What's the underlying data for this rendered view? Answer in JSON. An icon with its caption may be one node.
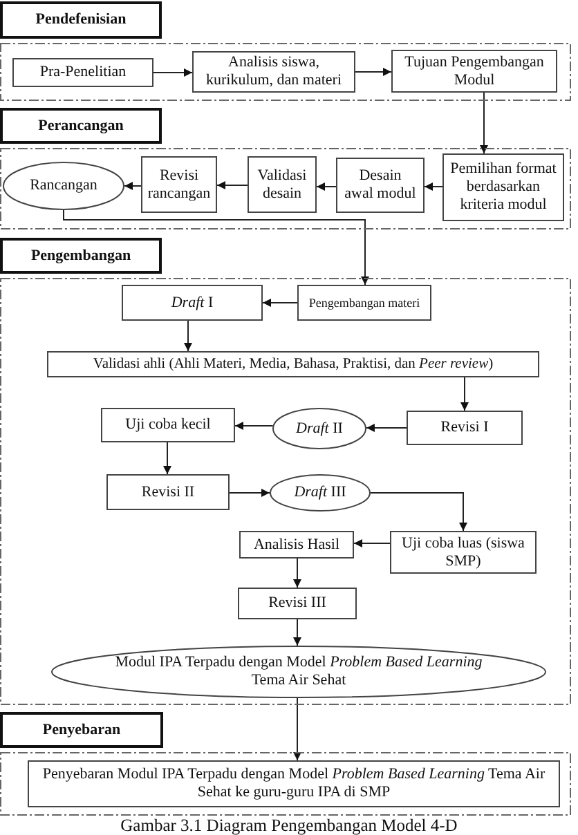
{
  "diagram": {
    "caption": "Gambar 3.1 Diagram Pengembangan Model 4-D",
    "nodes": [
      {
        "text": [
          "Pendefenisian"
        ]
      },
      {
        "text": [],
        "shape": "box"
      },
      {
        "text": [
          "Pra-Penelitian"
        ],
        "in": 1
      },
      {
        "text": [
          "Analisis siswa, kurikulum, dan materi"
        ],
        "in": 1
      },
      {
        "text": [
          "Tujuan Pengembangan Modul"
        ],
        "in": 1
      },
      {
        "text": [
          "Perancangan"
        ]
      },
      {
        "text": [],
        "shape": "box"
      },
      {
        "text": [
          "Rancangan"
        ],
        "in": 6
      },
      {
        "text": [
          "Revisi rancangan"
        ],
        "in": 6
      },
      {
        "text": [
          "Validasi desain"
        ],
        "in": 6
      },
      {
        "text": [
          "Desain awal modul"
        ],
        "in": 6
      },
      {
        "text": [
          "Pemilihan format berdasarkan kriteria modul"
        ],
        "in": 6
      },
      {
        "text": [
          "Pengembangan"
        ]
      },
      {
        "text": [],
        "shape": "box"
      },
      {
        "text": [
          "*Draft* I"
        ],
        "in": 13
      },
      {
        "text": [
          "Pengembangan materi"
        ],
        "in": 13
      },
      {
        "text": [
          "Validasi ahli (Ahli Materi, Media, Bahasa, Praktisi, dan *Peer review*)"
        ],
        "in": 13
      },
      {
        "text": [
          "Uji coba kecil"
        ],
        "in": 13
      },
      {
        "text": [
          "*Draft* II"
        ],
        "in": 13
      },
      {
        "text": [
          "Revisi I"
        ],
        "in": 13
      },
      {
        "text": [
          "Revisi II"
        ],
        "in": 13
      },
      {
        "text": [
          "*Draft* III"
        ],
        "in": 13
      },
      {
        "text": [
          "Analisis Hasil"
        ],
        "in": 13
      },
      {
        "text": [
          "Uji coba luas (siswa SMP)"
        ],
        "in": 13
      },
      {
        "text": [
          "Revisi III"
        ],
        "in": 13
      },
      {
        "text": [
          "Modul IPA Terpadu dengan Model *Problem Based Learning* Tema Air Sehat"
        ],
        "in": 13
      },
      {
        "text": [
          "Penyebaran"
        ]
      },
      {
        "text": [],
        "shape": "box"
      },
      {
        "text": [
          "Penyebaran Modul IPA Terpadu dengan Model *Problem Based Learning* Tema Air Sehat ke guru-guru IPA di SMP"
        ],
        "in": 27
      }
    ],
    "edges": [
      {
        "from": 2,
        "to": 3,
        "arrow": "to"
      },
      {
        "from": 3,
        "to": 4,
        "arrow": "to"
      },
      {
        "from": 4,
        "to": 11,
        "arrow": "to"
      },
      {
        "from": 11,
        "to": 10,
        "arrow": "to"
      },
      {
        "from": 10,
        "to": 9,
        "arrow": "to"
      },
      {
        "from": 9,
        "to": 8,
        "arrow": "to"
      },
      {
        "from": 8,
        "to": 7,
        "arrow": "to"
      },
      {
        "from": 7,
        "to": 15,
        "arrow": "to"
      },
      {
        "from": 15,
        "to": 14,
        "arrow": "to"
      },
      {
        "from": 14,
        "to": 16,
        "arrow": "to"
      },
      {
        "from": 16,
        "to": 19,
        "arrow": "to"
      },
      {
        "from": 19,
        "to": 18,
        "arrow": "to"
      },
      {
        "from": 18,
        "to": 17,
        "arrow": "to"
      },
      {
        "from": 17,
        "to": 20,
        "arrow": "to"
      },
      {
        "from": 20,
        "to": 21,
        "arrow": "to"
      },
      {
        "from": 21,
        "to": 23,
        "arrow": "to"
      },
      {
        "from": 23,
        "to": 22,
        "arrow": "to"
      },
      {
        "from": 22,
        "to": 24,
        "arrow": "to"
      },
      {
        "from": 24,
        "to": 25,
        "arrow": "to"
      },
      {
        "from": 25,
        "to": 28,
        "arrow": "to"
      }
    ]
  }
}
